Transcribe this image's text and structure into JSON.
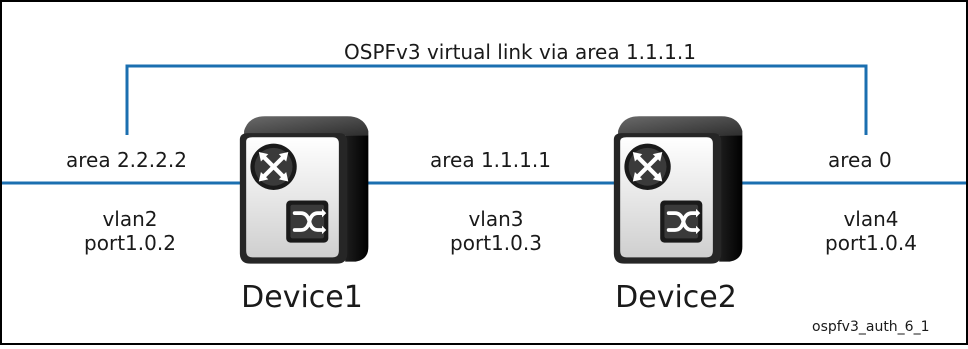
{
  "diagram": {
    "virtual_link_label": "OSPFv3 virtual link via area 1.1.1.1",
    "areas": [
      "area 2.2.2.2",
      "area 1.1.1.1",
      "area 0"
    ],
    "segments": [
      {
        "vlan": "vlan2",
        "port": "port1.0.2"
      },
      {
        "vlan": "vlan3",
        "port": "port1.0.3"
      },
      {
        "vlan": "vlan4",
        "port": "port1.0.4"
      }
    ],
    "devices": [
      "Device1",
      "Device2"
    ],
    "figure_id": "ospfv3_auth_6_1"
  },
  "colors": {
    "link": "#1b6fb0",
    "frame": "#000000",
    "device_body": "#2a2a2a",
    "device_face": "#f2f2f2"
  }
}
